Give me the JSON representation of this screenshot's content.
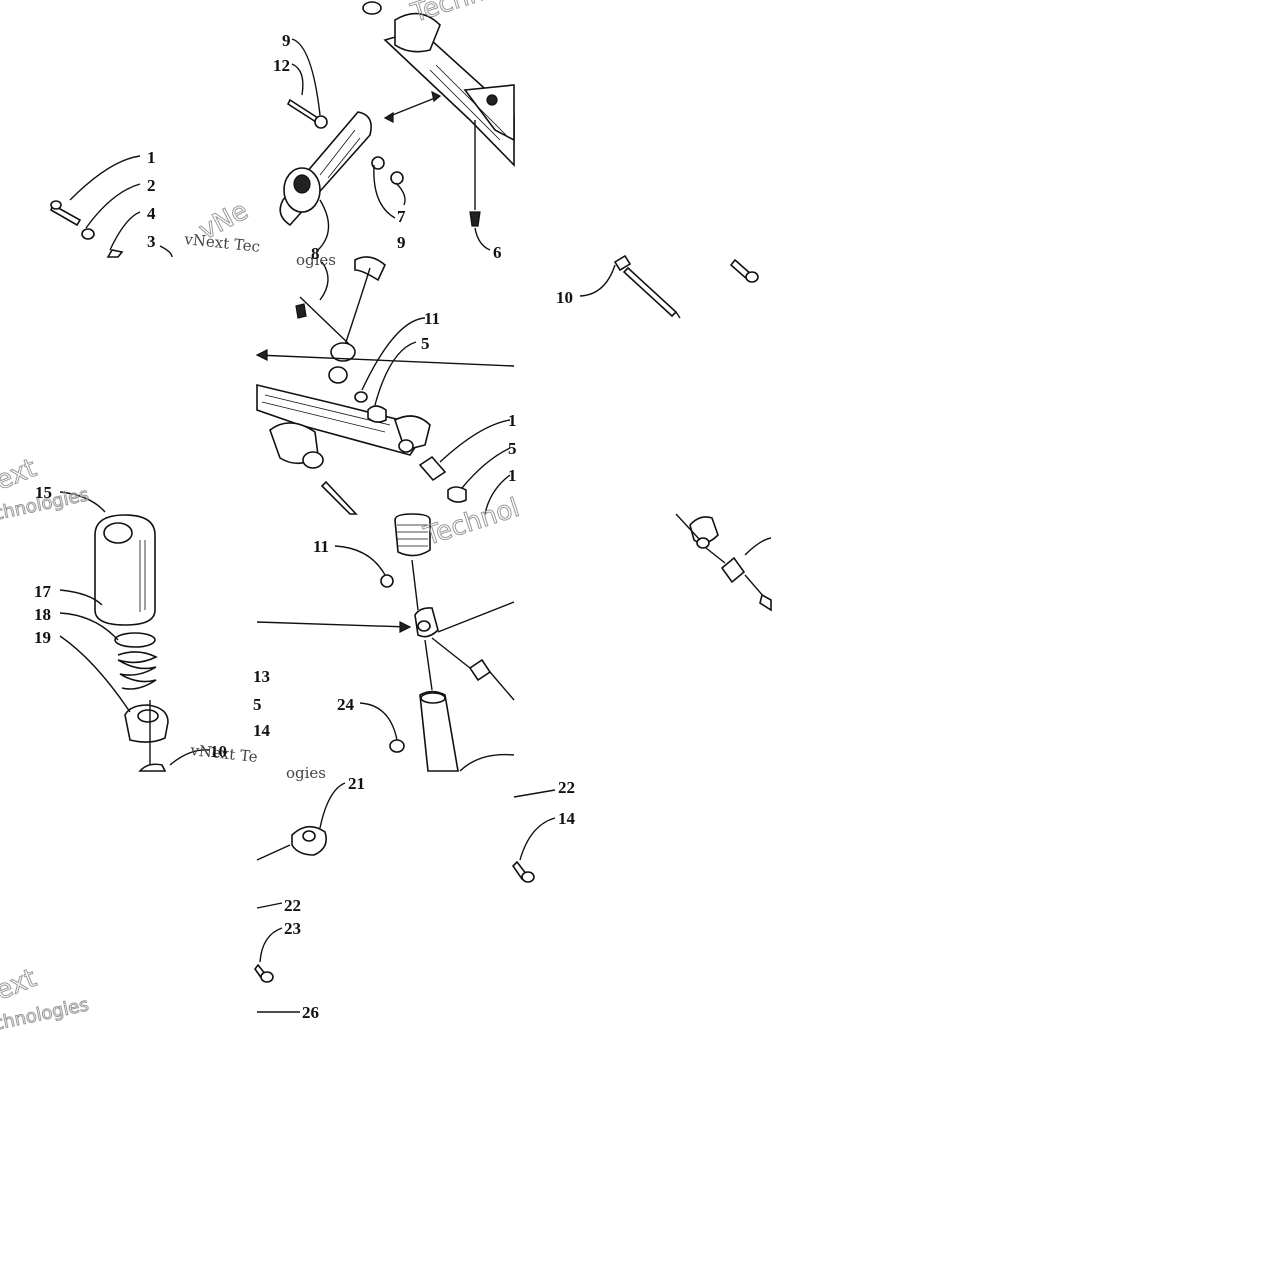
{
  "callouts": [
    {
      "id": "c-9a",
      "text": "9"
    },
    {
      "id": "c-12",
      "text": "12"
    },
    {
      "id": "c-1",
      "text": "1"
    },
    {
      "id": "c-2",
      "text": "2"
    },
    {
      "id": "c-4",
      "text": "4"
    },
    {
      "id": "c-3",
      "text": "3"
    },
    {
      "id": "c-7",
      "text": "7"
    },
    {
      "id": "c-9b",
      "text": "9"
    },
    {
      "id": "c-8",
      "text": "8"
    },
    {
      "id": "c-6",
      "text": "6"
    },
    {
      "id": "c-10a",
      "text": "10"
    },
    {
      "id": "c-11a",
      "text": "11"
    },
    {
      "id": "c-5a",
      "text": "5"
    },
    {
      "id": "c-1b",
      "text": "1"
    },
    {
      "id": "c-5b",
      "text": "5"
    },
    {
      "id": "c-1c",
      "text": "1"
    },
    {
      "id": "c-15",
      "text": "15"
    },
    {
      "id": "c-17",
      "text": "17"
    },
    {
      "id": "c-18",
      "text": "18"
    },
    {
      "id": "c-19",
      "text": "19"
    },
    {
      "id": "c-11b",
      "text": "11"
    },
    {
      "id": "c-13",
      "text": "13"
    },
    {
      "id": "c-5c",
      "text": "5"
    },
    {
      "id": "c-14a",
      "text": "14"
    },
    {
      "id": "c-24",
      "text": "24"
    },
    {
      "id": "c-10b",
      "text": "10"
    },
    {
      "id": "c-21",
      "text": "21"
    },
    {
      "id": "c-22a",
      "text": "22"
    },
    {
      "id": "c-14b",
      "text": "14"
    },
    {
      "id": "c-22b",
      "text": "22"
    },
    {
      "id": "c-23",
      "text": "23"
    },
    {
      "id": "c-26",
      "text": "26"
    }
  ],
  "watermarks": {
    "small_1": "vNext Tec",
    "small_2": "ogies",
    "small_3": "vNext Te",
    "small_4": "ogies",
    "big_1": "Techno",
    "big_2": "Technol",
    "big_3": "vNe",
    "big_4": "ext",
    "big_5": "chnologies",
    "big_6": "ext",
    "big_7": "chnologies"
  }
}
